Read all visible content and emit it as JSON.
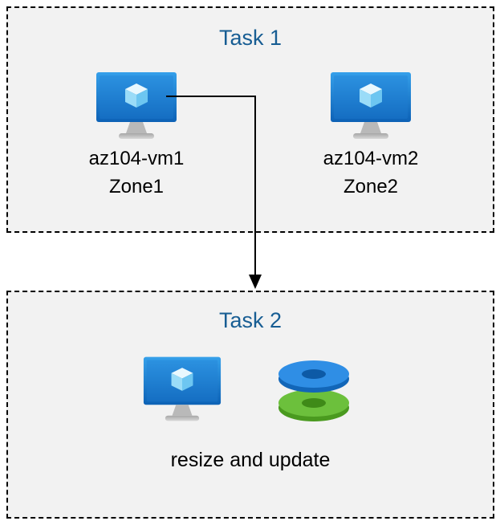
{
  "task1": {
    "title": "Task 1",
    "vm1": {
      "name": "az104-vm1",
      "zone": "Zone1"
    },
    "vm2": {
      "name": "az104-vm2",
      "zone": "Zone2"
    }
  },
  "task2": {
    "title": "Task 2",
    "caption": "resize and update"
  },
  "icons": {
    "vm": "azure-virtual-machine",
    "disks": "azure-managed-disks",
    "arrow": "flow-arrow-vm1-to-task2"
  },
  "colors": {
    "title_blue": "#175d93",
    "box_fill": "#f2f2f2",
    "border": "#000000",
    "vm_screen_blue": "#2e8de5",
    "vm_screen_dark": "#0d62b6",
    "cube_light": "#bfe9fb",
    "stand_gray": "#b9b9b9",
    "disk_blue_top": "#2f8ee5",
    "disk_blue_side": "#1266b8",
    "disk_green_top": "#6cc03c",
    "disk_green_side": "#4a9a1f"
  }
}
